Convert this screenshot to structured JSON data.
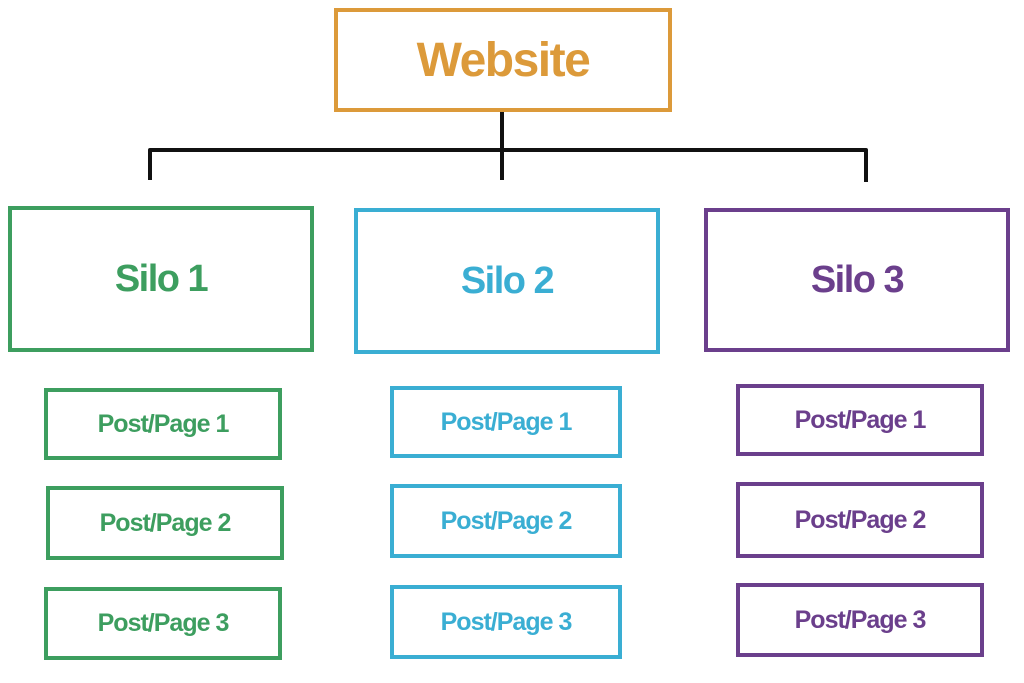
{
  "root": {
    "label": "Website",
    "color": "#dc9a3a"
  },
  "connector_color": "#111111",
  "silos": [
    {
      "label": "Silo 1",
      "color": "#3d9e5f",
      "posts": [
        "Post/Page 1",
        "Post/Page 2",
        "Post/Page 3"
      ]
    },
    {
      "label": "Silo 2",
      "color": "#3aaed3",
      "posts": [
        "Post/Page 1",
        "Post/Page 2",
        "Post/Page 3"
      ]
    },
    {
      "label": "Silo 3",
      "color": "#6b3f8c",
      "posts": [
        "Post/Page 1",
        "Post/Page 2",
        "Post/Page 3"
      ]
    }
  ]
}
